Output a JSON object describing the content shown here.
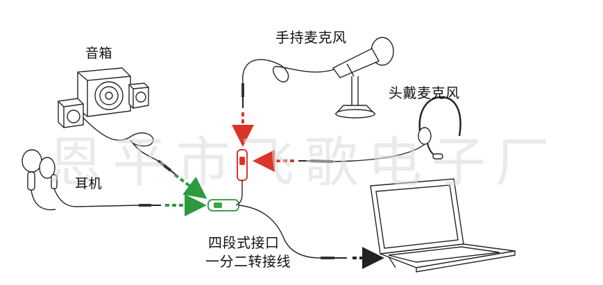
{
  "watermark": "恩平市飞歌电子厂",
  "labels": {
    "speaker": "音箱",
    "earphone": "耳机",
    "handheld_mic": "手持麦克风",
    "headset_mic": "头戴麦克风",
    "adapter_line1": "四段式接口",
    "adapter_line2": "一分二转接线"
  },
  "colors": {
    "green_arrow": "#2e9a3e",
    "red_arrow": "#d9352b",
    "black_arrow": "#222222",
    "adapter_green": "#3aa54a",
    "adapter_red": "#d9352b"
  }
}
